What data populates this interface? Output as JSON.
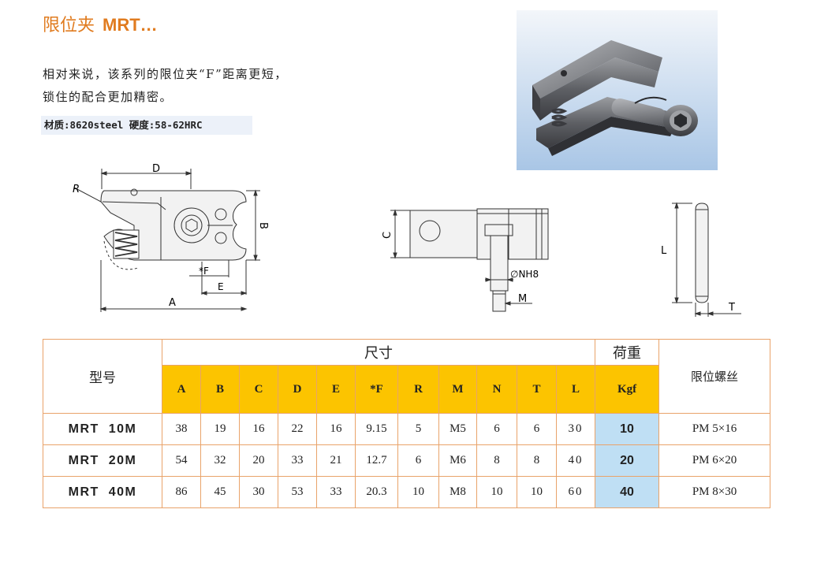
{
  "title": {
    "cn": "限位夹",
    "model": "MRT…"
  },
  "description": [
    "相对来说，该系列的限位夹“F”距离更短，",
    "锁住的配合更加精密。"
  ],
  "material": "材质:8620steel 硬度:58-62HRC",
  "drawing_labels": {
    "D": "D",
    "R": "R",
    "B": "B",
    "F": "*F",
    "E": "E",
    "A": "A",
    "C": "C",
    "N": "∅NH8",
    "M": "M",
    "L": "L",
    "T": "T"
  },
  "table": {
    "model_header": "型号",
    "size_header": "尺寸",
    "load_header": "荷重",
    "screw_header": "限位螺丝",
    "columns": [
      "A",
      "B",
      "C",
      "D",
      "E",
      "*F",
      "R",
      "M",
      "N",
      "T",
      "L"
    ],
    "load_unit": "Kgf",
    "rows": [
      {
        "model": "MRT  10M",
        "vals": [
          "38",
          "19",
          "16",
          "22",
          "16",
          "9.15",
          "5",
          "M5",
          "6",
          "6",
          "30"
        ],
        "kgf": "10",
        "screw": "PM 5×16"
      },
      {
        "model": "MRT  20M",
        "vals": [
          "54",
          "32",
          "20",
          "33",
          "21",
          "12.7",
          "6",
          "M6",
          "8",
          "8",
          "40"
        ],
        "kgf": "20",
        "screw": "PM 6×20"
      },
      {
        "model": "MRT  40M",
        "vals": [
          "86",
          "45",
          "30",
          "53",
          "33",
          "20.3",
          "10",
          "M8",
          "10",
          "10",
          "60"
        ],
        "kgf": "40",
        "screw": "PM 8×30"
      }
    ]
  }
}
